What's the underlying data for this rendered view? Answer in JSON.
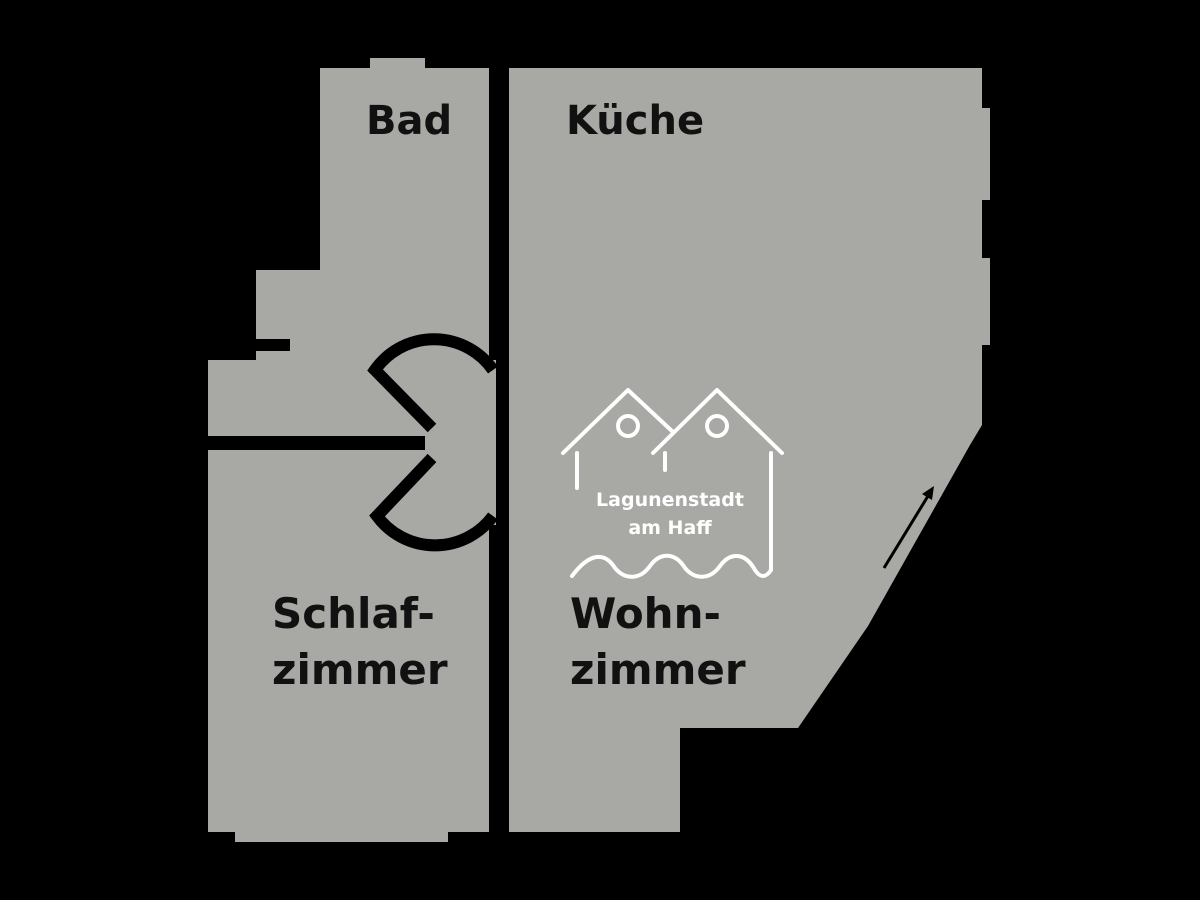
{
  "colors": {
    "background": "#000000",
    "floor": "#a8a8a4",
    "wall": "#000000",
    "label": "#111111",
    "logo": "#ffffff"
  },
  "rooms": {
    "bad": "Bad",
    "kueche": "Küche",
    "schlafzimmer_line1": "Schlaf-",
    "schlafzimmer_line2": "zimmer",
    "wohnzimmer_line1": "Wohn-",
    "wohnzimmer_line2": "zimmer"
  },
  "logo": {
    "line1": "Lagunenstadt",
    "line2": "am Haff",
    "icon": "two-houses-on-water-icon"
  },
  "icons": {
    "entrance": "arrow-icon"
  }
}
